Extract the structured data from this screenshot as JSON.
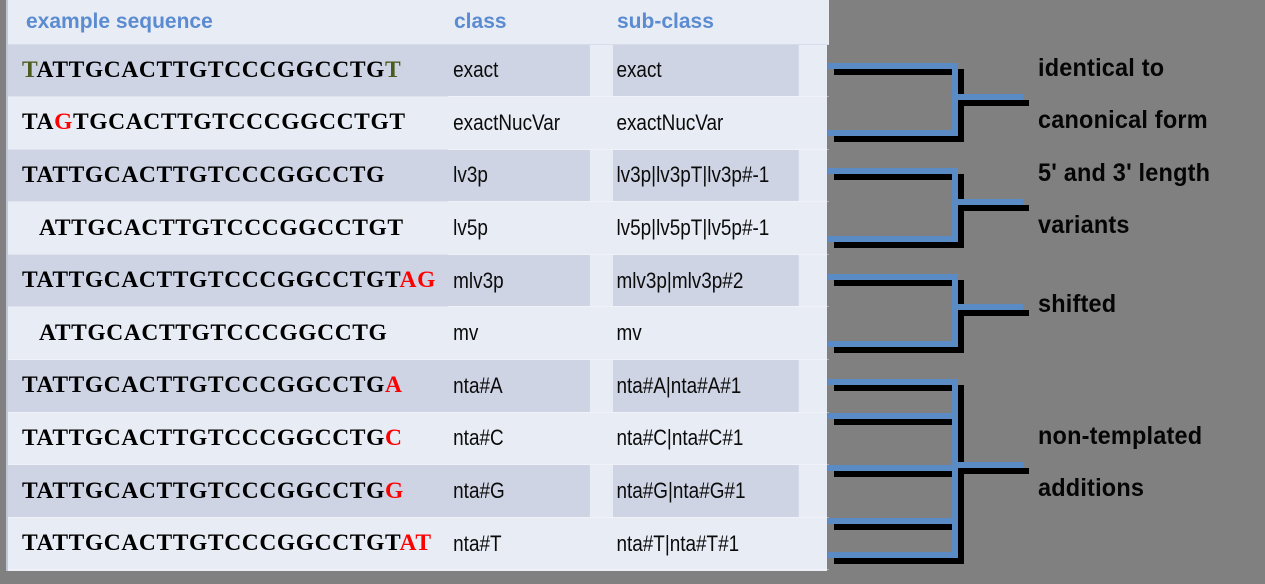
{
  "background_color": "#808080",
  "table": {
    "header_text_color": "#5b8bd0",
    "row_color_odd": "#ced4e4",
    "row_color_even": "#e8ecf5",
    "columns": [
      {
        "key": "sequence",
        "label": "example sequence"
      },
      {
        "key": "class",
        "label": "class"
      },
      {
        "key": "sub_class",
        "label": "sub-class"
      }
    ],
    "rows": [
      {
        "indent": false,
        "seq_parts": [
          {
            "text": "T",
            "color": "olive"
          },
          {
            "text": "ATTGCACTTGTCCCGGCCTG",
            "color": "black"
          },
          {
            "text": "T",
            "color": "olive"
          }
        ],
        "sequence_plain": "TATTGCACTTGTCCCGGCCTGT",
        "class": "exact",
        "sub_class": "exact"
      },
      {
        "indent": false,
        "seq_parts": [
          {
            "text": "TA",
            "color": "black"
          },
          {
            "text": "G",
            "color": "red"
          },
          {
            "text": "TGCACTTGTCCCGGCCTGT",
            "color": "black"
          }
        ],
        "sequence_plain": "TAGTGCACTTGTCCCGGCCTGT",
        "class": "exactNucVar",
        "sub_class": "exactNucVar"
      },
      {
        "indent": false,
        "seq_parts": [
          {
            "text": "TATTGCACTTGTCCCGGCCTG",
            "color": "black"
          }
        ],
        "sequence_plain": "TATTGCACTTGTCCCGGCCTG",
        "class": "lv3p",
        "sub_class": "lv3p|lv3pT|lv3p#-1"
      },
      {
        "indent": true,
        "seq_parts": [
          {
            "text": "ATTGCACTTGTCCCGGCCTGT",
            "color": "black"
          }
        ],
        "sequence_plain": "ATTGCACTTGTCCCGGCCTGT",
        "class": "lv5p",
        "sub_class": "lv5p|lv5pT|lv5p#-1"
      },
      {
        "indent": false,
        "seq_parts": [
          {
            "text": "TATTGCACTTGTCCCGGCCTGT",
            "color": "black"
          },
          {
            "text": "AG",
            "color": "red"
          }
        ],
        "sequence_plain": "TATTGCACTTGTCCCGGCCTGTAG",
        "class": "mlv3p",
        "sub_class": "mlv3p|mlv3p#2"
      },
      {
        "indent": true,
        "seq_parts": [
          {
            "text": "ATTGCACTTGTCCCGGCCTG",
            "color": "black"
          }
        ],
        "sequence_plain": "ATTGCACTTGTCCCGGCCTG",
        "class": "mv",
        "sub_class": "mv"
      },
      {
        "indent": false,
        "seq_parts": [
          {
            "text": "TATTGCACTTGTCCCGGCCTG",
            "color": "black"
          },
          {
            "text": "A",
            "color": "red"
          }
        ],
        "sequence_plain": "TATTGCACTTGTCCCGGCCTGA",
        "class": "nta#A",
        "sub_class": "nta#A|nta#A#1"
      },
      {
        "indent": false,
        "seq_parts": [
          {
            "text": "TATTGCACTTGTCCCGGCCTG",
            "color": "black"
          },
          {
            "text": "C",
            "color": "red"
          }
        ],
        "sequence_plain": "TATTGCACTTGTCCCGGCCTGC",
        "class": "nta#C",
        "sub_class": "nta#C|nta#C#1"
      },
      {
        "indent": false,
        "seq_parts": [
          {
            "text": "TATTGCACTTGTCCCGGCCTG",
            "color": "black"
          },
          {
            "text": "G",
            "color": "red"
          }
        ],
        "sequence_plain": "TATTGCACTTGTCCCGGCCTGG",
        "class": "nta#G",
        "sub_class": "nta#G|nta#G#1"
      },
      {
        "indent": false,
        "seq_parts": [
          {
            "text": "TATTGCACTTGTCCCGGCCTGT",
            "color": "black"
          },
          {
            "text": "AT",
            "color": "red"
          }
        ],
        "sequence_plain": "TATTGCACTTGTCCCGGCCTGTAT",
        "class": "nta#T",
        "sub_class": "nta#T|nta#T#1"
      }
    ]
  },
  "annotations": {
    "bracket_line_color": "#5b8bc4",
    "bracket_shadow_color": "#000000",
    "groups": [
      {
        "name": "identical-to-canonical-form",
        "label_lines": [
          "identical to",
          "canonical form"
        ],
        "row_start": 0,
        "row_end": 1,
        "dividers": 0
      },
      {
        "name": "length-variants",
        "label_lines": [
          "5' and 3' length",
          "variants"
        ],
        "row_start": 2,
        "row_end": 3,
        "dividers": 0
      },
      {
        "name": "shifted",
        "label_lines": [
          "shifted"
        ],
        "row_start": 4,
        "row_end": 5,
        "dividers": 0
      },
      {
        "name": "non-templated-additions",
        "label_lines": [
          "non-templated",
          "additions"
        ],
        "row_start": 6,
        "row_end": 9,
        "dividers": 3
      }
    ]
  }
}
